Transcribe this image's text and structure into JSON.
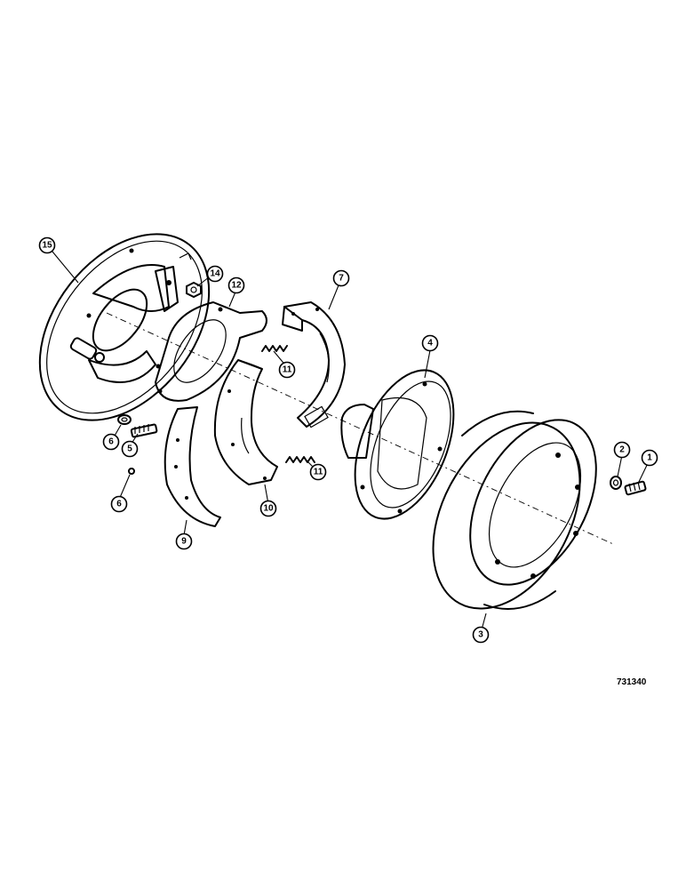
{
  "drawing_number": "731340",
  "callouts": [
    {
      "part": "1",
      "label": "1"
    },
    {
      "part": "2",
      "label": "2"
    },
    {
      "part": "3",
      "label": "3"
    },
    {
      "part": "4",
      "label": "4"
    },
    {
      "part": "5",
      "label": "5"
    },
    {
      "part": "6a",
      "label": "6"
    },
    {
      "part": "6b",
      "label": "6"
    },
    {
      "part": "7",
      "label": "7"
    },
    {
      "part": "9",
      "label": "9"
    },
    {
      "part": "10",
      "label": "10"
    },
    {
      "part": "11a",
      "label": "11"
    },
    {
      "part": "11b",
      "label": "11"
    },
    {
      "part": "12",
      "label": "12"
    },
    {
      "part": "14",
      "label": "14"
    },
    {
      "part": "15",
      "label": "15"
    }
  ]
}
